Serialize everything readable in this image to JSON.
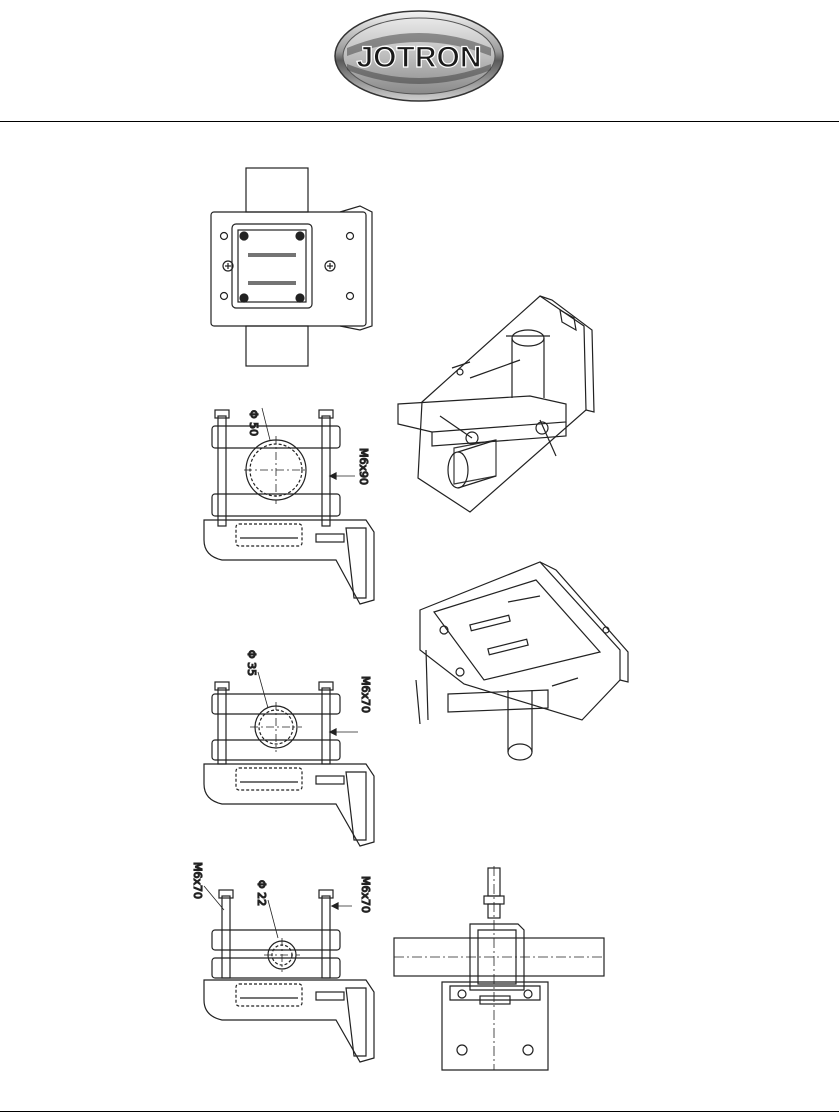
{
  "brand": {
    "logo_text": "JOTRON"
  },
  "dimensions": {
    "dia_top": "Φ 50",
    "bolt_top": "M6x90",
    "dia_mid": "Φ 35",
    "bolt_mid": "M6x70",
    "dia_bottom": "Φ 22",
    "bolt_bottom_left": "M6x70",
    "bolt_bottom_right": "M6x70"
  }
}
